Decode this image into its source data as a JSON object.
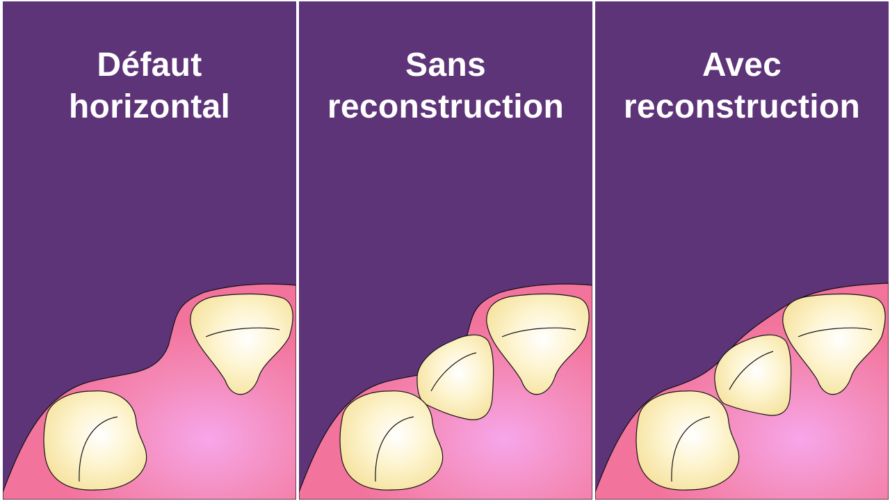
{
  "panels": [
    {
      "title_line1": "Défaut",
      "title_line2": "horizontal"
    },
    {
      "title_line1": "Sans",
      "title_line2": "reconstruction"
    },
    {
      "title_line1": "Avec",
      "title_line2": "reconstruction"
    }
  ],
  "colors": {
    "background": "#5e3479",
    "gum_center": "#f7a4e6",
    "gum_edge": "#f2739b",
    "tooth_center": "#ffffff",
    "tooth_edge": "#f6e3a0",
    "outline": "#111111",
    "separator": "#ffffff"
  },
  "icons": [
    "molar-tooth-icon",
    "premolar-tooth-icon",
    "gum-tissue-icon"
  ]
}
